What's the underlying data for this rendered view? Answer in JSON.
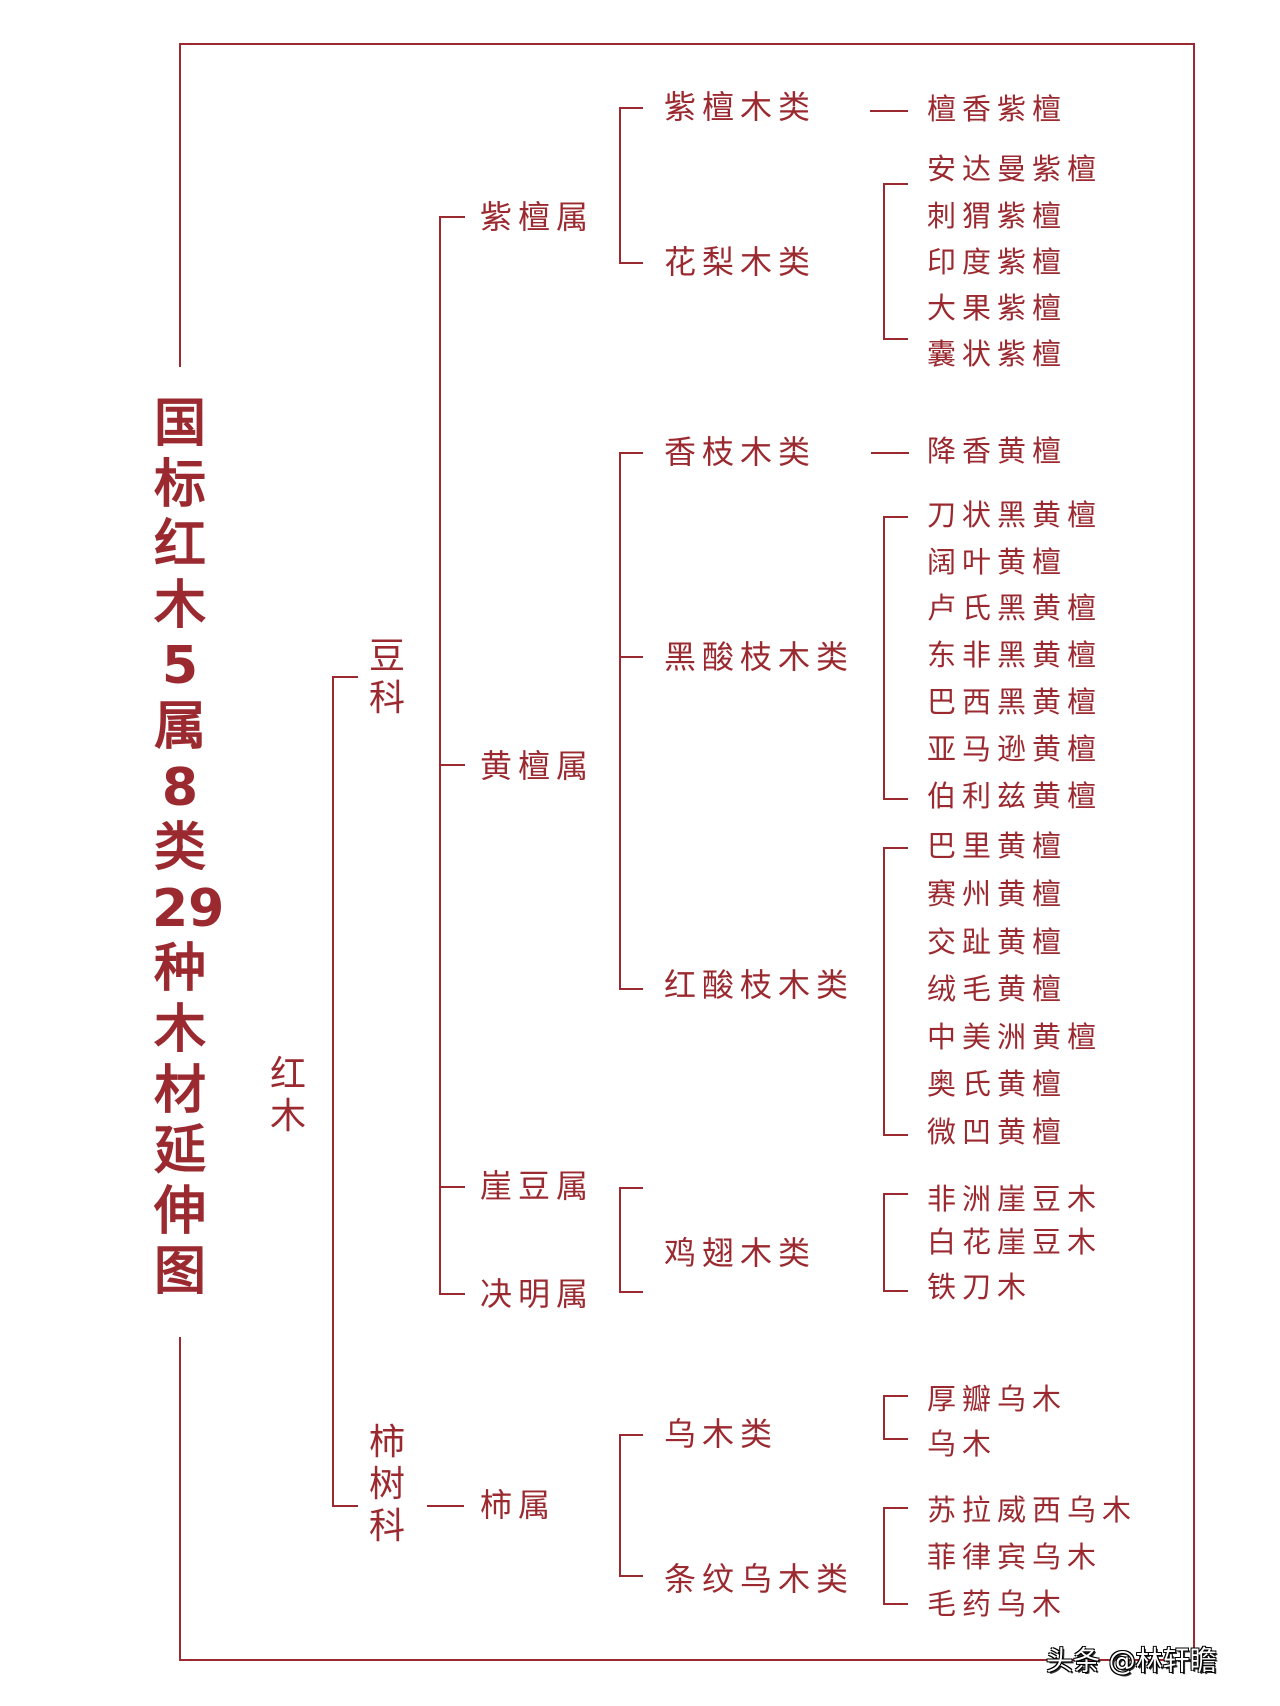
{
  "title": [
    "国",
    "标",
    "红",
    "木",
    "5",
    "属",
    "8",
    "类",
    "29",
    "种",
    "木",
    "材",
    "延",
    "伸",
    "图"
  ],
  "root": {
    "label_chars": [
      "红",
      "木"
    ]
  },
  "families": [
    {
      "name_chars": [
        "豆",
        "科"
      ]
    },
    {
      "name_chars": [
        "柿",
        "树",
        "科"
      ]
    }
  ],
  "genera": {
    "zitan": "紫檀属",
    "huangtan": "黄檀属",
    "yadou": "崖豆属",
    "jueming": "决明属",
    "shi": "柿属"
  },
  "classes": {
    "zitanmu": "紫檀木类",
    "hualimu": "花梨木类",
    "xiangzhimu": "香枝木类",
    "heisuanzhimu": "黑酸枝木类",
    "hongsuanzhimu": "红酸枝木类",
    "jichimu": "鸡翅木类",
    "wumu": "乌木类",
    "tiaowenwumu": "条纹乌木类"
  },
  "species": {
    "zitanmu": [
      "檀香紫檀"
    ],
    "hualimu": [
      "安达曼紫檀",
      "刺猬紫檀",
      "印度紫檀",
      "大果紫檀",
      "囊状紫檀"
    ],
    "xiangzhimu": [
      "降香黄檀"
    ],
    "heisuanzhimu": [
      "刀状黑黄檀",
      "阔叶黄檀",
      "卢氏黑黄檀",
      "东非黑黄檀",
      "巴西黑黄檀",
      "亚马逊黄檀",
      "伯利兹黄檀"
    ],
    "hongsuanzhimu": [
      "巴里黄檀",
      "赛州黄檀",
      "交趾黄檀",
      "绒毛黄檀",
      "中美洲黄檀",
      "奥氏黄檀",
      "微凹黄檀"
    ],
    "jichimu": [
      "非洲崖豆木",
      "白花崖豆木",
      "铁刀木"
    ],
    "wumu": [
      "厚瓣乌木",
      "乌木"
    ],
    "tiaowenwumu": [
      "苏拉威西乌木",
      "菲律宾乌木",
      "毛药乌木"
    ]
  },
  "watermark": "头条 @林轩瞻",
  "colors": {
    "accent": "#9b2a30",
    "background": "#ffffff"
  }
}
